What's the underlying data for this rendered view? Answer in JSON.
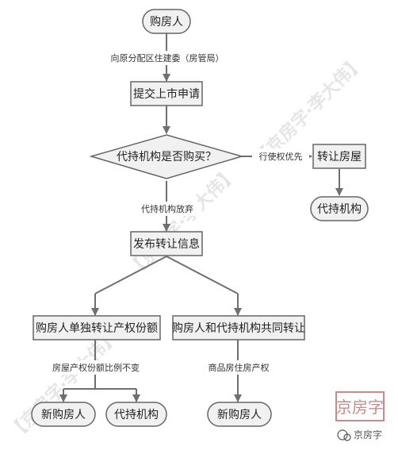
{
  "nodes": {
    "buyer": "购房人",
    "submit_application": "提交上市申请",
    "decision": "代持机构是否购买？",
    "transfer_house": "转让房屋",
    "agency_result": "代持机构",
    "publish_transfer_info": "发布转让信息",
    "buyer_sole_transfer": "购房人单独转让产权份额",
    "joint_transfer": "购房人和代持机构共同转让",
    "new_buyer_left": "新购房人",
    "agency_bottom": "代持机构",
    "new_buyer_right": "新购房人"
  },
  "edges": {
    "apply_to": "向原分配区住建委（房管局）",
    "priority_right": "行使权优先",
    "agency_waive": "代持机构放弃",
    "share_ratio_unchanged": "房屋产权份额比例不变",
    "commodity_housing": "商品房住房产权"
  },
  "watermark": "【京房字·李大伟】",
  "stamp": "京房字",
  "brand": "京房字"
}
